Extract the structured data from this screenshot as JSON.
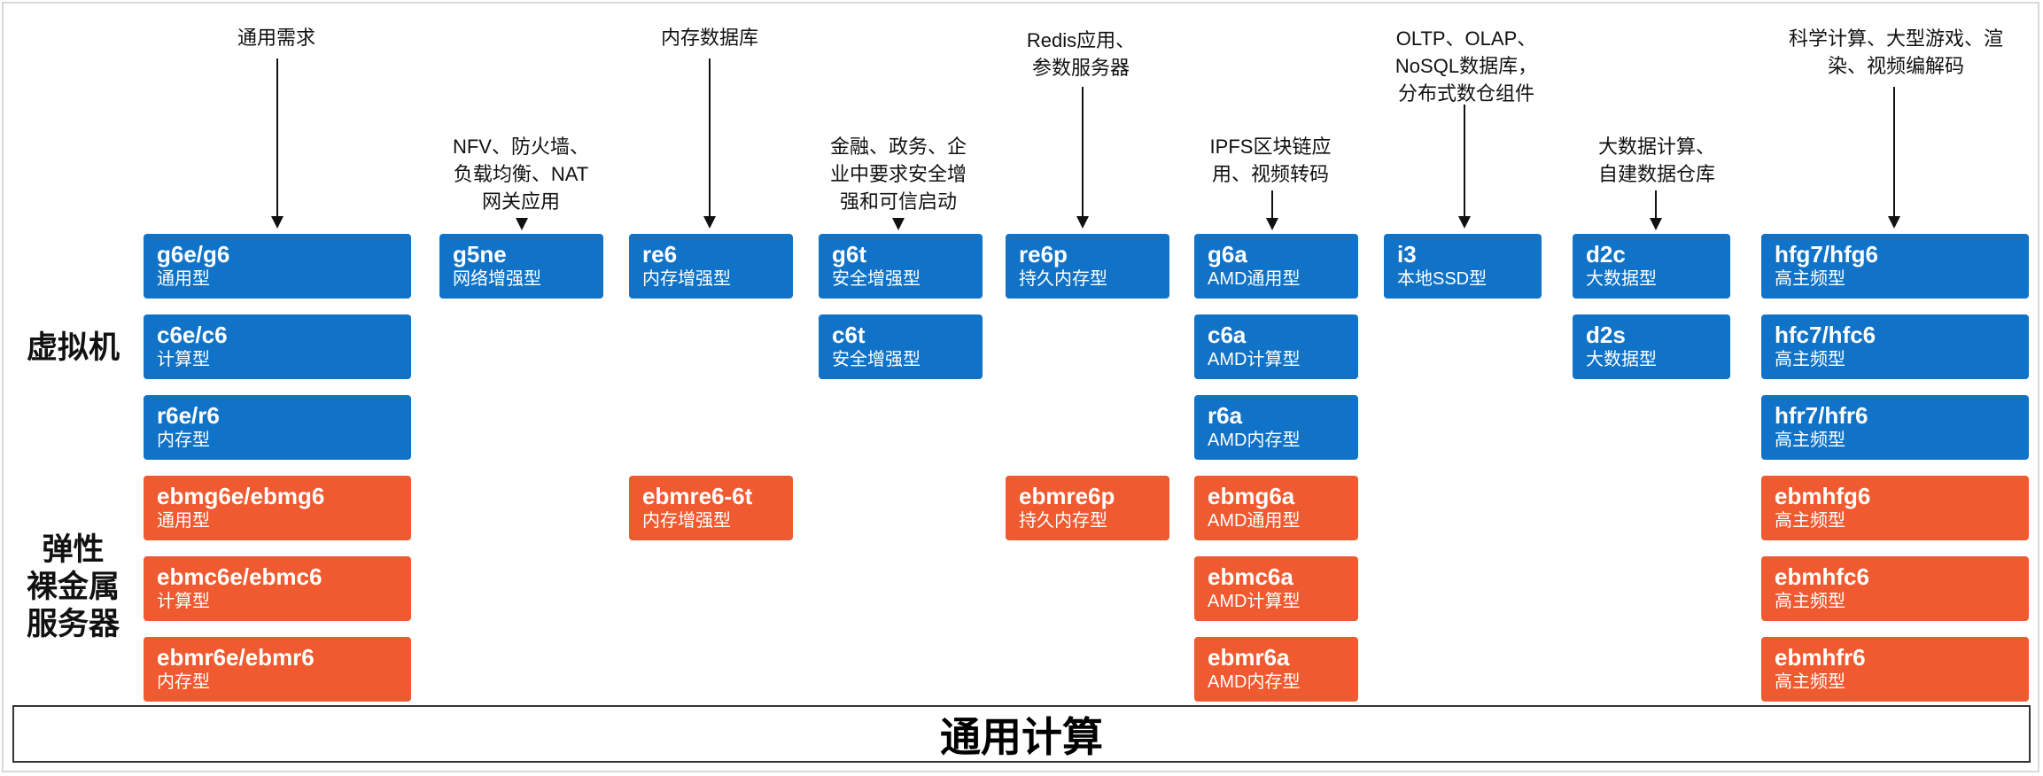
{
  "row_labels": {
    "vm": "虚拟机",
    "baremetal": "弹性\n裸金属\n服务器"
  },
  "bottom_label": "通用计算",
  "columns": [
    {
      "label": "通用需求",
      "boxes": [
        {
          "kind": "vm",
          "name": "g6e/g6",
          "type": "通用型"
        },
        {
          "kind": "vm",
          "name": "c6e/c6",
          "type": "计算型"
        },
        {
          "kind": "vm",
          "name": "r6e/r6",
          "type": "内存型"
        },
        {
          "kind": "bm",
          "name": "ebmg6e/ebmg6",
          "type": "通用型"
        },
        {
          "kind": "bm",
          "name": "ebmc6e/ebmc6",
          "type": "计算型"
        },
        {
          "kind": "bm",
          "name": "ebmr6e/ebmr6",
          "type": "内存型"
        }
      ]
    },
    {
      "label": "NFV、防火墙、\n负载均衡、NAT\n网关应用",
      "boxes": [
        {
          "kind": "vm",
          "name": "g5ne",
          "type": "网络增强型"
        }
      ]
    },
    {
      "label": "内存数据库",
      "boxes": [
        {
          "kind": "vm",
          "name": "re6",
          "type": "内存增强型"
        },
        {
          "kind": "bm",
          "name": "ebmre6-6t",
          "type": "内存增强型"
        }
      ]
    },
    {
      "label": "金融、政务、企\n业中要求安全增\n强和可信启动",
      "boxes": [
        {
          "kind": "vm",
          "name": "g6t",
          "type": "安全增强型"
        },
        {
          "kind": "vm",
          "name": "c6t",
          "type": "安全增强型"
        }
      ]
    },
    {
      "label": "Redis应用、\n参数服务器",
      "boxes": [
        {
          "kind": "vm",
          "name": "re6p",
          "type": "持久内存型"
        },
        {
          "kind": "bm",
          "name": "ebmre6p",
          "type": "持久内存型"
        }
      ]
    },
    {
      "label": "IPFS区块链应\n用、视频转码",
      "boxes": [
        {
          "kind": "vm",
          "name": "g6a",
          "type": "AMD通用型"
        },
        {
          "kind": "vm",
          "name": "c6a",
          "type": "AMD计算型"
        },
        {
          "kind": "vm",
          "name": "r6a",
          "type": "AMD内存型"
        },
        {
          "kind": "bm",
          "name": "ebmg6a",
          "type": "AMD通用型"
        },
        {
          "kind": "bm",
          "name": "ebmc6a",
          "type": "AMD计算型"
        },
        {
          "kind": "bm",
          "name": "ebmr6a",
          "type": "AMD内存型"
        }
      ]
    },
    {
      "label": "OLTP、OLAP、\nNoSQL数据库，\n分布式数仓组件",
      "boxes": [
        {
          "kind": "vm",
          "name": "i3",
          "type": "本地SSD型"
        }
      ]
    },
    {
      "label": "大数据计算、\n自建数据仓库",
      "boxes": [
        {
          "kind": "vm",
          "name": "d2c",
          "type": "大数据型"
        },
        {
          "kind": "vm",
          "name": "d2s",
          "type": "大数据型"
        }
      ]
    },
    {
      "label": "科学计算、大型游戏、渲\n染、视频编解码",
      "boxes": [
        {
          "kind": "vm",
          "name": "hfg7/hfg6",
          "type": "高主频型"
        },
        {
          "kind": "vm",
          "name": "hfc7/hfc6",
          "type": "高主频型"
        },
        {
          "kind": "vm",
          "name": "hfr7/hfr6",
          "type": "高主频型"
        },
        {
          "kind": "bm",
          "name": "ebmhfg6",
          "type": "高主频型"
        },
        {
          "kind": "bm",
          "name": "ebmhfc6",
          "type": "高主频型"
        },
        {
          "kind": "bm",
          "name": "ebmhfr6",
          "type": "高主频型"
        }
      ]
    }
  ]
}
